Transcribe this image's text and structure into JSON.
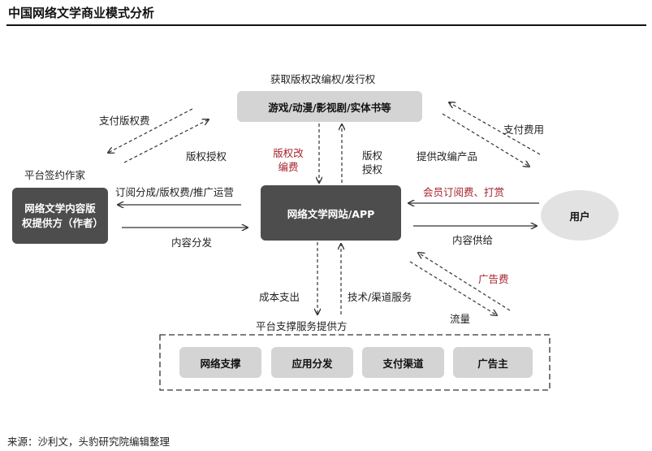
{
  "title": "中国网络文学商业模式分析",
  "nodes": {
    "ip_derivatives": "游戏/动漫/影视剧/实体书等",
    "creator": "网络文学内容版权提供方（作者）",
    "platform": "网络文学网站/APP",
    "user": "用户"
  },
  "service_group": {
    "title": "平台支撑服务提供方",
    "items": [
      "网络支撑",
      "应用分发",
      "支付渠道",
      "广告主"
    ]
  },
  "labels": {
    "acquire_rights": "获取版权改编权/发行权",
    "pay_copyright_fee": "支付版权费",
    "copyright_license_left": "版权授权",
    "platform_sign_author": "平台签约作家",
    "adaptation_fee": "版权改编费",
    "copyright_license_mid": "版权授权",
    "provide_adapted_products": "提供改编产品",
    "pay_fees": "支付费用",
    "revenue_share": "订阅分成/版权费/推广运营",
    "content_distribution": "内容分发",
    "membership_fees": "会员订阅费、打赏",
    "content_supply": "内容供给",
    "cost_expense": "成本支出",
    "tech_channel_service": "技术/渠道服务",
    "ad_fee": "广告费",
    "traffic": "流量"
  },
  "source": "来源：沙利文，头豹研究院编辑整理",
  "colors": {
    "dark_box": "#4d4d4d",
    "light_box": "#d4d4d4",
    "highlight_text": "#a5232d"
  }
}
